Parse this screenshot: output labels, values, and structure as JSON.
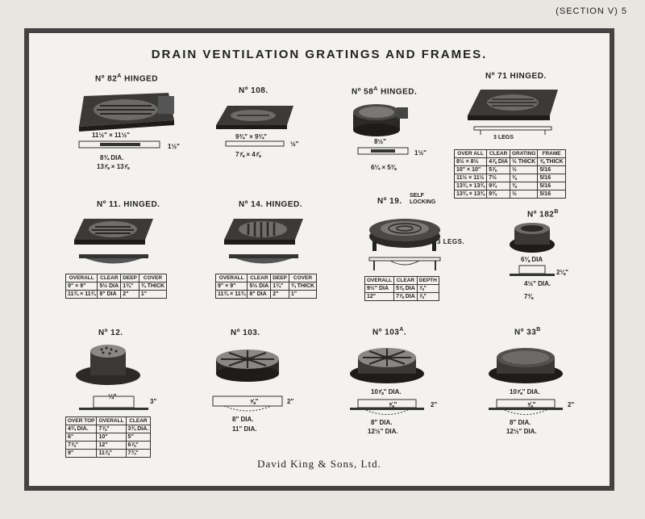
{
  "header": "(SECTION V)  5",
  "title": "DRAIN VENTILATION GRATINGS AND FRAMES.",
  "footer": "David King & Sons, Ltd.",
  "items": {
    "n82a": {
      "label": "Nº 82",
      "sup": "A",
      "suffix": " HINGED",
      "dims": [
        "11½\" × 11½\"",
        "8¾ DIA.",
        "13⅞ × 13⅞",
        "1½\""
      ]
    },
    "n108": {
      "label": "Nº 108.",
      "dims": [
        "9¾\" × 9¾\"",
        "7⅞ × 4⅞",
        "½\""
      ]
    },
    "n58a": {
      "label": "Nº 58",
      "sup": "A",
      "suffix": " HINGED.",
      "dims": [
        "8½\"",
        "6¼ × 5⅜",
        "1½\""
      ]
    },
    "n71": {
      "label": "Nº 71 HINGED.",
      "note": "3 LEGS",
      "table": {
        "headers": [
          "OVER ALL",
          "CLEAR",
          "GRATING",
          "FRAME"
        ],
        "rows": [
          [
            "8½ × 8½",
            "4⅞ DIA",
            "½ THICK",
            "⅝ THICK"
          ],
          [
            "10\" × 10\"",
            "5⅞",
            "½",
            "5/16"
          ],
          [
            "11½ × 11½",
            "7½",
            "⅜",
            "5/16"
          ],
          [
            "13¾ × 13¾",
            "9¾",
            "⅜",
            "5/16"
          ],
          [
            "13¾ × 13¾",
            "9¾",
            "½",
            "5/16"
          ]
        ]
      }
    },
    "n11": {
      "label": "Nº 11. HINGED.",
      "table": {
        "headers": [
          "OVERALL",
          "CLEAR",
          "DEEP",
          "COVER"
        ],
        "rows": [
          [
            "9\" × 9\"",
            "5½ DIA",
            "1¾\"",
            "¾ THICK"
          ],
          [
            "11¾ × 11¾",
            "8\" DIA",
            "2\"",
            "1\""
          ]
        ]
      }
    },
    "n14": {
      "label": "Nº 14. HINGED.",
      "table": {
        "headers": [
          "OVERALL",
          "CLEAR",
          "DEEP",
          "COVER"
        ],
        "rows": [
          [
            "9\" × 9\"",
            "5½ DIA",
            "1¾\"",
            "¾ THICK"
          ],
          [
            "11¾ × 11¾",
            "8\" DIA",
            "2\"",
            "1\""
          ]
        ]
      }
    },
    "n19": {
      "label": "Nº 19.",
      "note": "SELF LOCKING",
      "legs": "3 LEGS.",
      "table": {
        "headers": [
          "OVERALL",
          "CLEAR",
          "DEPTH"
        ],
        "rows": [
          [
            "9½\" DIA",
            "5⅞ DIA",
            "⅞\""
          ],
          [
            "12\"",
            "7⅞ DIA",
            "⅞\""
          ]
        ]
      }
    },
    "n182b": {
      "label": "Nº 182",
      "sup": "B",
      "dims": [
        "6⅛ DIA",
        "4½\" DIA.",
        "7⅜",
        "2⅛\""
      ]
    },
    "n12": {
      "label": "Nº 12.",
      "dims": [
        "¼\"",
        "3\""
      ],
      "table": {
        "headers": [
          "OVER TOP",
          "OVERALL",
          "CLEAR"
        ],
        "rows": [
          [
            "4¾ DIA.",
            "7⅞\"",
            "3¾ DIA."
          ],
          [
            "6\"",
            "10\"",
            "5\""
          ],
          [
            "7⅞\"",
            "12\"",
            "6⅞\""
          ],
          [
            "9\"",
            "11⅞\"",
            "7¾\""
          ]
        ]
      }
    },
    "n103": {
      "label": "Nº 103.",
      "dims": [
        "⅝\"",
        "8\" DIA.",
        "11\" DIA.",
        "2\""
      ]
    },
    "n103a": {
      "label": "Nº 103",
      "sup": "A",
      "suffix": ".",
      "dims": [
        "10⅞\" DIA.",
        "⅝\"",
        "8\" DIA.",
        "12½\" DIA.",
        "2\""
      ]
    },
    "n33b": {
      "label": "Nº 33",
      "sup": "B",
      "dims": [
        "10⅞\" DIA.",
        "⅝\"",
        "8\" DIA.",
        "12½\" DIA.",
        "2\""
      ]
    }
  }
}
